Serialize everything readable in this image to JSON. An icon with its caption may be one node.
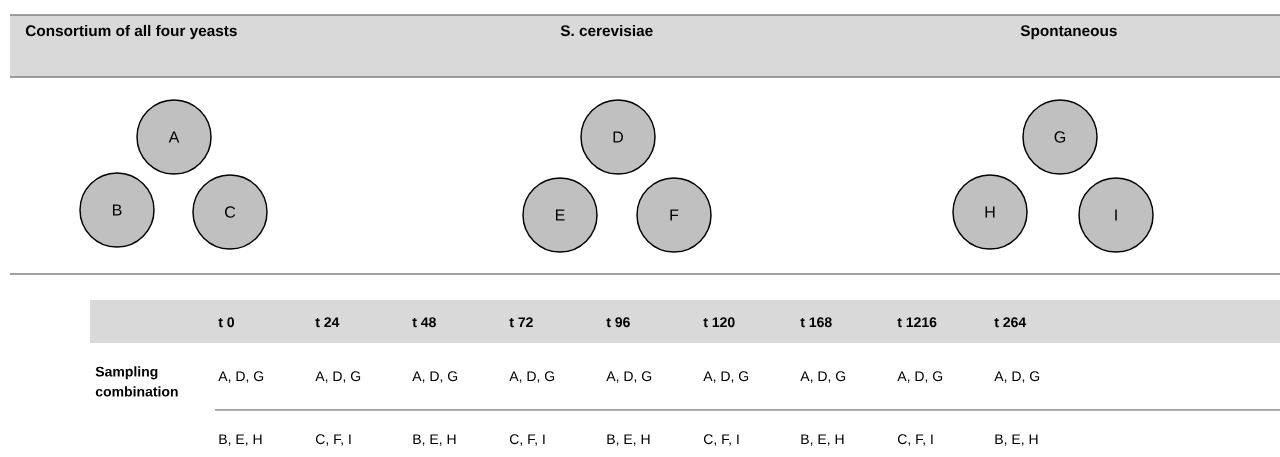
{
  "diagram": {
    "nodes": [
      {
        "text": [
          "A"
        ]
      },
      {
        "text": [
          "B"
        ]
      },
      {
        "text": [
          "C"
        ]
      },
      {
        "text": [
          "D"
        ]
      },
      {
        "text": [
          "E"
        ]
      },
      {
        "text": [
          "F"
        ]
      },
      {
        "text": [
          "G"
        ]
      },
      {
        "text": [
          "H"
        ]
      },
      {
        "text": [
          "I"
        ]
      }
    ],
    "labels": [
      "Consortium of all four yeasts",
      "S. cerevisiae",
      "Spontaneous",
      "t 0",
      "t 24",
      "t 48",
      "t 72",
      "t 96",
      "t 120",
      "t 168",
      "t 1216",
      "t 264",
      "Sampling combination",
      "A, D, G",
      "A, D, G",
      "A, D, G",
      "A, D, G",
      "A, D, G",
      "A, D, G",
      "A, D, G",
      "A, D, G",
      "A, D, G",
      "B, E, H",
      "C, F, I",
      "B, E, H",
      "C, F, I",
      "B, E, H",
      "C, F, I",
      "B, E, H",
      "C, F, I",
      "B, E, H"
    ]
  }
}
